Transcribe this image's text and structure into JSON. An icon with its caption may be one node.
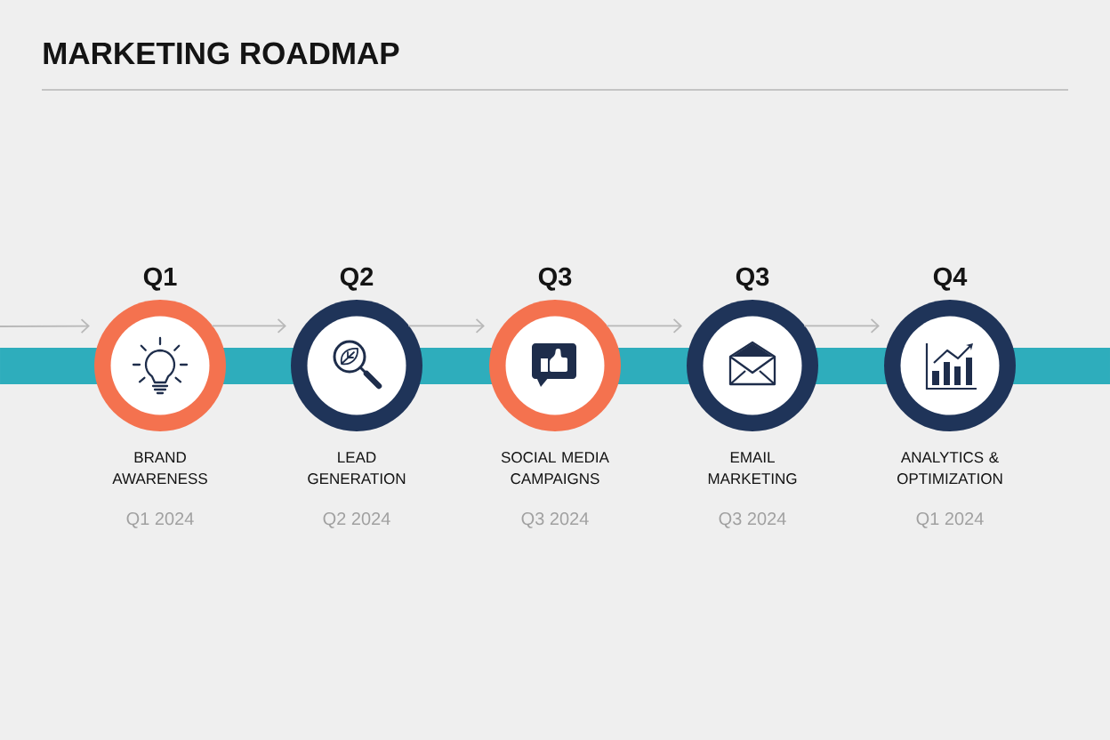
{
  "diagram": {
    "title": "MARKETING ROADMAP",
    "nodes": [
      {
        "text": [
          "Q1",
          "BRAND AWARENESS",
          "Q1 2024"
        ]
      },
      {
        "text": [
          "Q2",
          "LEAD GENERATION",
          "Q2 2024"
        ]
      },
      {
        "text": [
          "Q3",
          "SOCIAL MEDIA CAMPAIGNS",
          "Q3 2024"
        ]
      },
      {
        "text": [
          "Q3",
          "EMAIL MARKETING",
          "Q3 2024"
        ]
      },
      {
        "text": [
          "Q4",
          "ANALYTICS & OPTIMIZATION",
          "Q1 2024"
        ]
      }
    ],
    "edges": [
      {
        "from": null,
        "to": 0,
        "arrow": "to"
      },
      {
        "from": 0,
        "to": 1,
        "arrow": "to"
      },
      {
        "from": 1,
        "to": 2,
        "arrow": "to"
      },
      {
        "from": 2,
        "to": 3,
        "arrow": "to"
      },
      {
        "from": 3,
        "to": 4,
        "arrow": "to"
      }
    ]
  }
}
